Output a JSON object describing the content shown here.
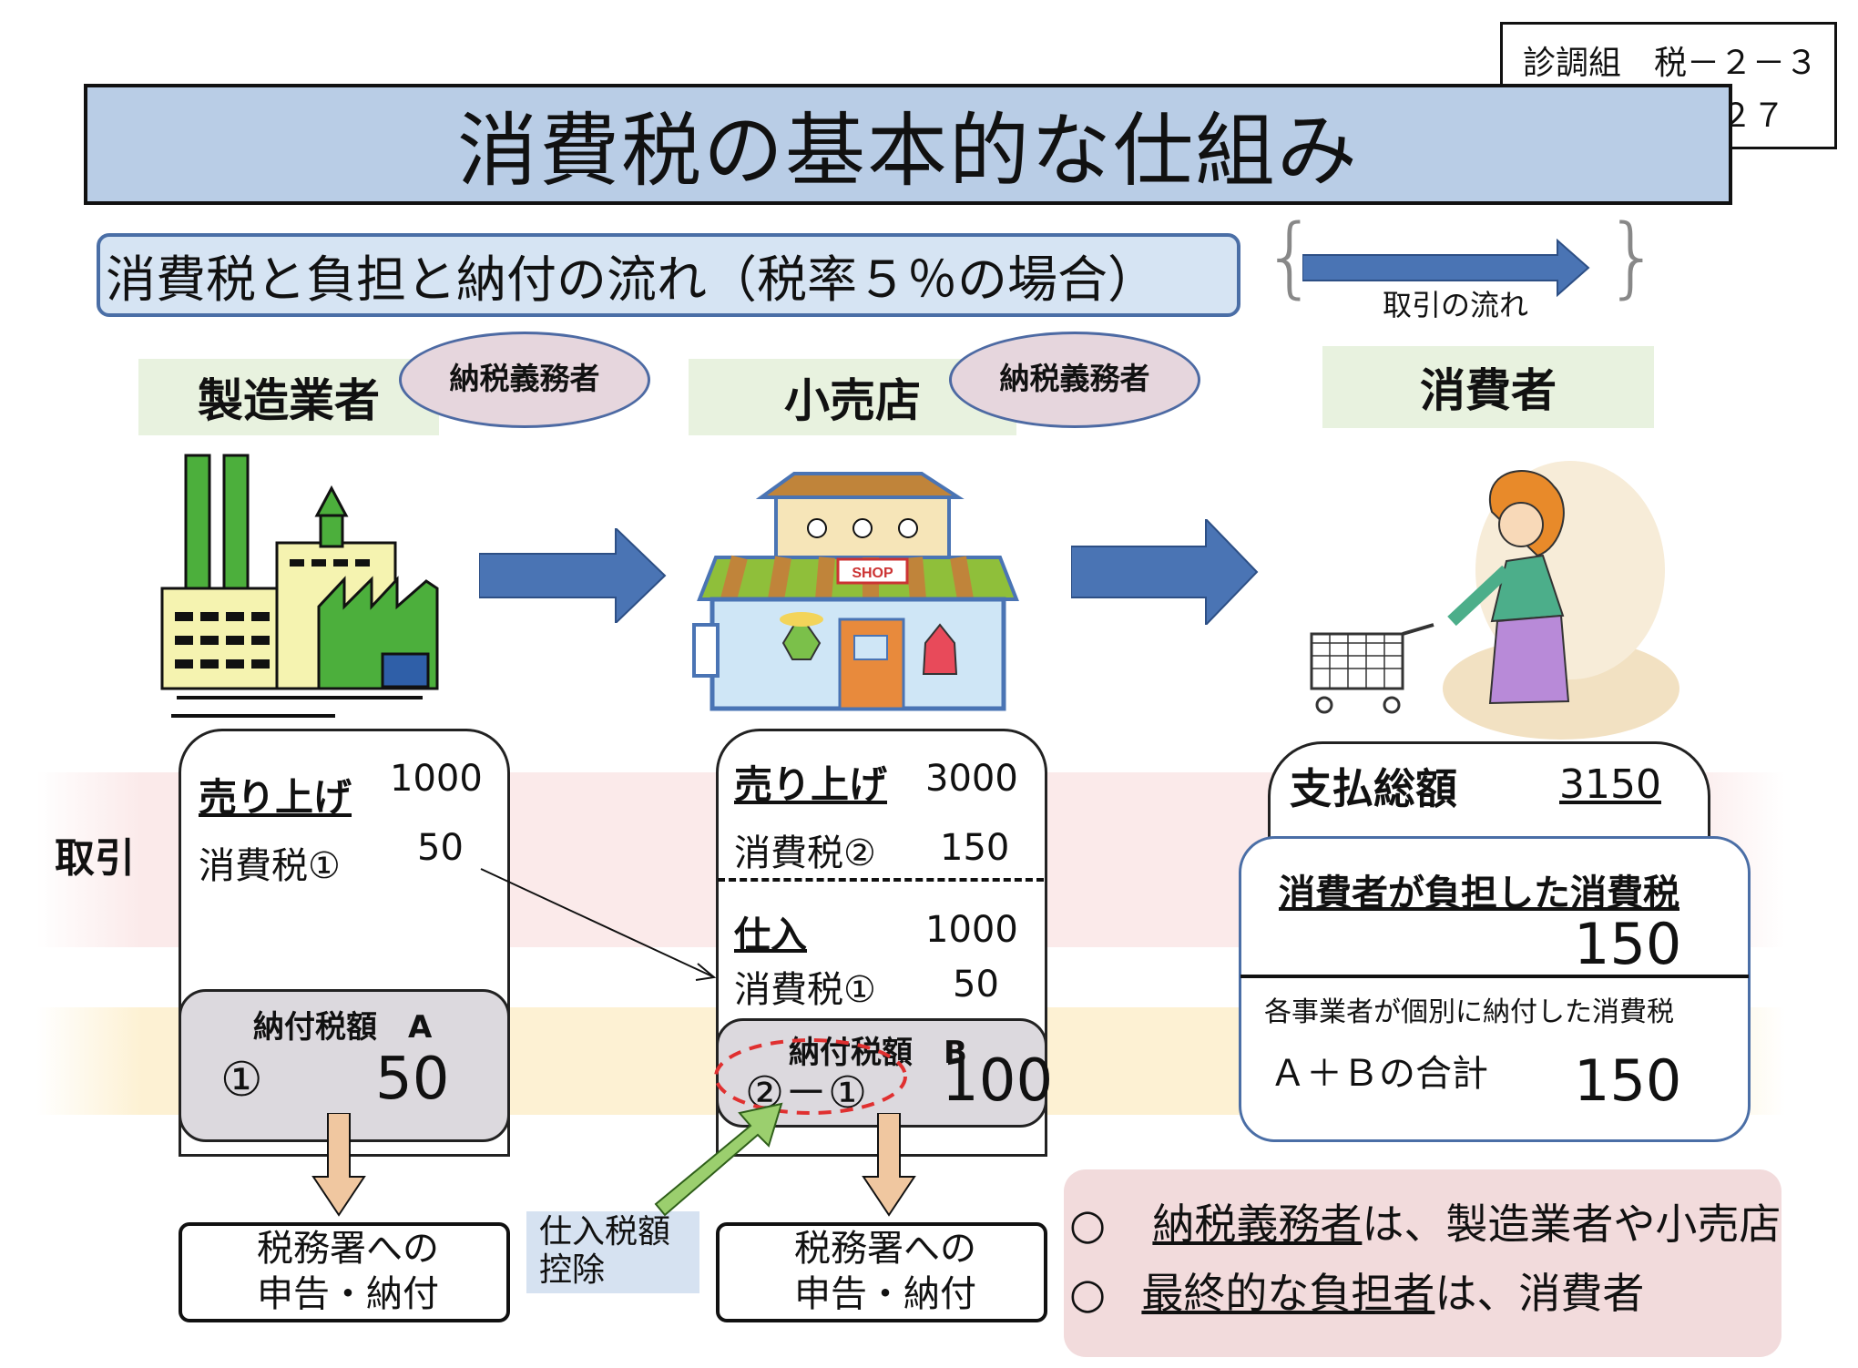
{
  "doc_id": {
    "line1": "診調組　税－２－３",
    "line2": "２４．　７．　２７"
  },
  "title": "消費税の基本的な仕組み",
  "subtitle": "消費税と負担と納付の流れ（税率５％の場合）",
  "legend": {
    "label": "取引の流れ"
  },
  "actors": {
    "manufacturer": {
      "name": "製造業者",
      "tag": "納税義務者"
    },
    "retailer": {
      "name": "小売店",
      "tag": "納税義務者"
    },
    "consumer": {
      "name": "消費者"
    }
  },
  "row_labels": {
    "transaction": "取引"
  },
  "manufacturer_card": {
    "sales_label": "売り上げ",
    "sales_value": "1000",
    "tax_label": "消費税①",
    "tax_value": "50",
    "payment_title": "納付税額　A",
    "payment_symbol": "①",
    "payment_value": "50"
  },
  "retailer_card": {
    "sales_label": "売り上げ",
    "sales_value": "3000",
    "tax2_label": "消費税②",
    "tax2_value": "150",
    "purchase_label": "仕入",
    "purchase_value": "1000",
    "tax1_label": "消費税①",
    "tax1_value": "50",
    "payment_title": "納付税額　B",
    "payment_formula": "②－①",
    "payment_value": "100"
  },
  "consumer_card": {
    "total_label": "支払総額",
    "total_value": "3150",
    "burden_label": "消費者が負担した消費税",
    "burden_value": "150",
    "paid_label": "各事業者が個別に納付した消費税",
    "sum_label": "Ａ＋Ｂの合計",
    "sum_value": "150"
  },
  "tax_office": {
    "line1": "税務署への",
    "line2": "申告・納付"
  },
  "deduction": {
    "line1": "仕入税額",
    "line2": "控除"
  },
  "summary": {
    "bullet": "○",
    "line1_term": "納税義務者",
    "line1_rest": "は、製造業者や小売店",
    "line2_term": "最終的な負担者",
    "line2_rest": "は、消費者"
  },
  "colors": {
    "title_bg": "#b9cde6",
    "subtitle_bg": "#d6e4f3",
    "flow_arrow": "#4a74b4",
    "band_pink": "#fbeaea",
    "band_yellow": "#fdf1d3",
    "tag_green": "#e8f2df",
    "payment_gray": "#dcd9de",
    "summary_pink": "#f2dbdc",
    "down_arrow": "#f0c7a0",
    "deduction_arrow": "#9bcf6e",
    "dashed_circle": "#e03030"
  }
}
